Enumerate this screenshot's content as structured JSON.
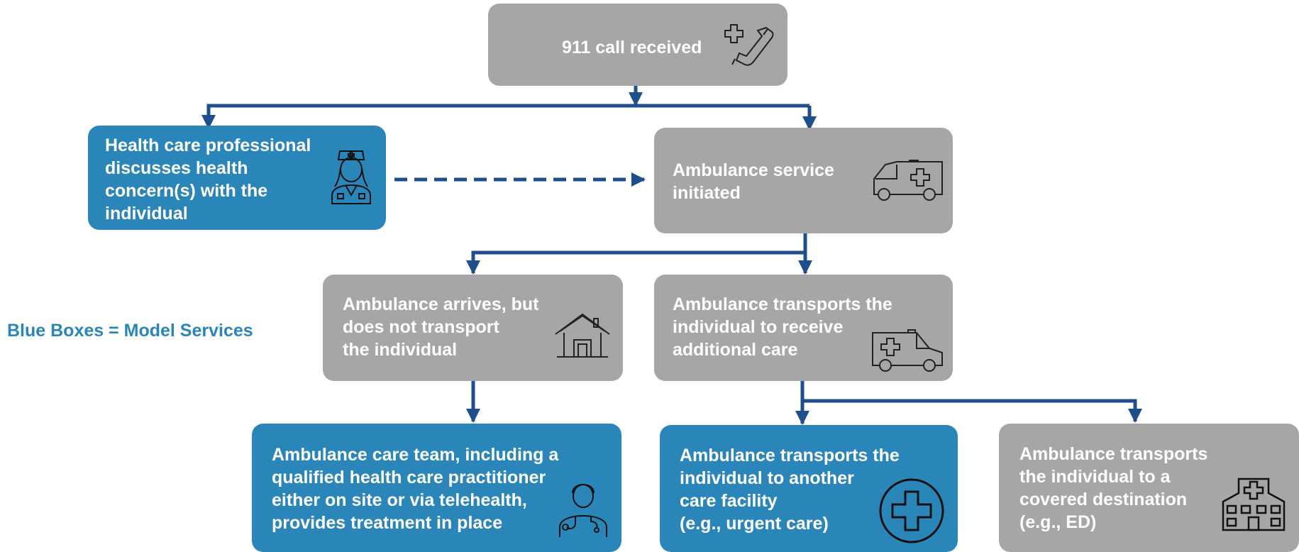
{
  "legend": "Blue Boxes = Model Services",
  "colors": {
    "gray_box": "#a6a6a6",
    "blue_box": "#2a86b8",
    "arrow": "#1f4e8c",
    "legend_text": "#2a86b8"
  },
  "nodes": {
    "call": {
      "text": "911 call received",
      "icon": "phone-with-cross-icon",
      "style": "gray"
    },
    "hcp": {
      "text": "Health care professional\ndiscusses health\nconcern(s) with the\nindividual",
      "icon": "nurse-icon",
      "style": "blue"
    },
    "initiated": {
      "text": "Ambulance service\ninitiated",
      "icon": "ambulance-icon",
      "style": "gray"
    },
    "no_transport": {
      "text": "Ambulance arrives, but\ndoes not transport\nthe individual",
      "icon": "house-icon",
      "style": "gray"
    },
    "transports": {
      "text": "Ambulance transports the\nindividual to receive\nadditional care",
      "icon": "ambulance-icon",
      "style": "gray"
    },
    "treat_in_place": {
      "text": "Ambulance care team, including a\nqualified health care practitioner\neither on site or  via telehealth,\nprovides treatment in place",
      "icon": "doctor-icon",
      "style": "blue"
    },
    "another_facility": {
      "text": "Ambulance transports the\nindividual to another\ncare facility\n(e.g., urgent care)",
      "icon": "medical-cross-icon",
      "style": "blue"
    },
    "covered_destination": {
      "text": "Ambulance transports\nthe individual to a\ncovered destination\n(e.g.,  ED)",
      "icon": "hospital-icon",
      "style": "gray"
    }
  },
  "edges": [
    {
      "from": "call",
      "to": "hcp",
      "style": "solid"
    },
    {
      "from": "call",
      "to": "initiated",
      "style": "solid"
    },
    {
      "from": "hcp",
      "to": "initiated",
      "style": "dashed"
    },
    {
      "from": "initiated",
      "to": "no_transport",
      "style": "solid"
    },
    {
      "from": "initiated",
      "to": "transports",
      "style": "solid"
    },
    {
      "from": "no_transport",
      "to": "treat_in_place",
      "style": "solid"
    },
    {
      "from": "transports",
      "to": "another_facility",
      "style": "solid"
    },
    {
      "from": "transports",
      "to": "covered_destination",
      "style": "solid"
    }
  ]
}
